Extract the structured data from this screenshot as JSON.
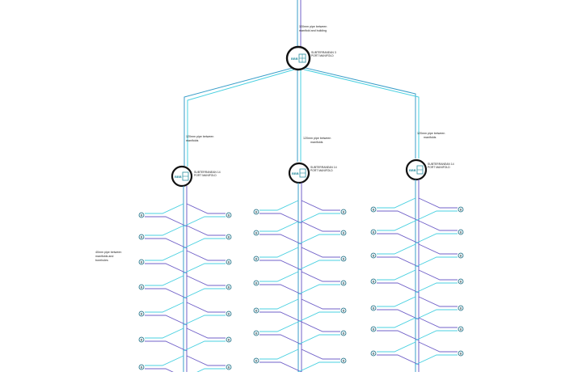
{
  "labels": {
    "top_pipe_line1": "100mm pipe between",
    "top_pipe_line2": "manifold and building",
    "branch_pipe_line1": "120mm pipe between",
    "branch_pipe_line2": "manifolds",
    "borehole_pipe_line1": "40mm pipe between",
    "borehole_pipe_line2": "manifolds and",
    "borehole_pipe_line3": "boreholes"
  },
  "main_manifold": {
    "line1": "SUBTERRANEAN 3",
    "line2": "PORT MANIFOLD"
  },
  "sub_manifolds": [
    {
      "line1": "SUBTERRANEAN 14",
      "line2": "PORT MANIFOLD"
    },
    {
      "line1": "SUBTERRANEAN 14",
      "line2": "PORT MANIFOLD"
    },
    {
      "line1": "SUBTERRANEAN 14",
      "line2": "PORT MANIFOLD"
    }
  ],
  "manifold_glyph": "BBB",
  "borehole_marker": "B",
  "colors": {
    "flow_pipe": "#3a9ec9",
    "cyan_pipe": "#48d0e0",
    "return_pipe": "#7060c8",
    "manifold_ring": "#111111",
    "borehole_fill": "#e8f6fa"
  }
}
